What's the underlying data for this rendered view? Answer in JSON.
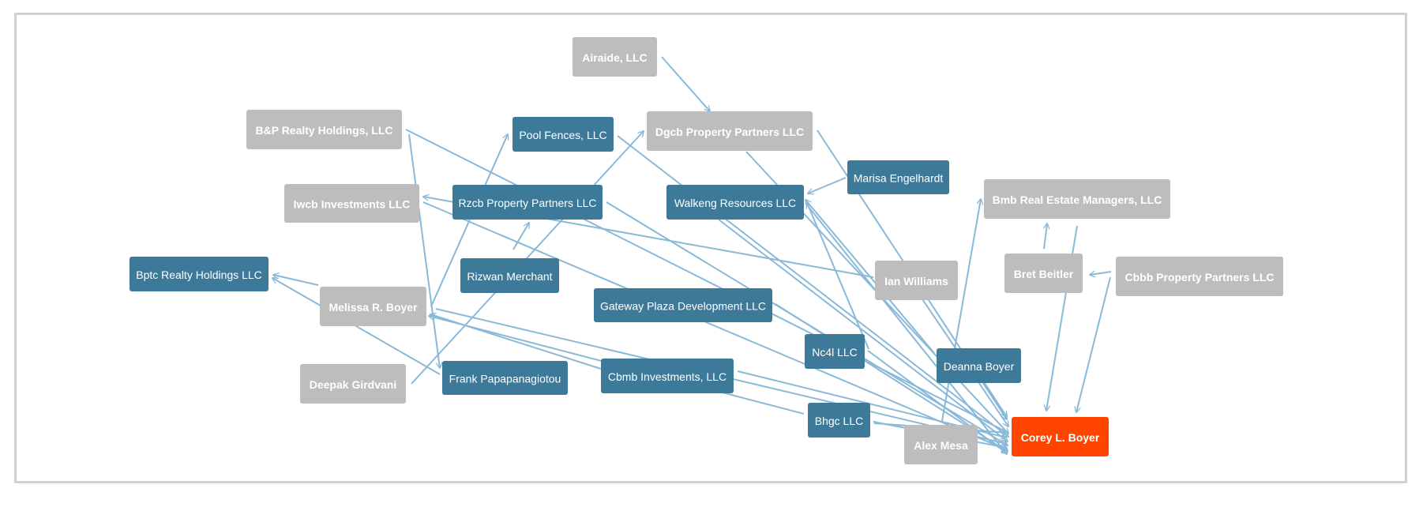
{
  "colors": {
    "entity": "#3d7a9a",
    "person": "#bdbdbd",
    "focus": "#ff4500",
    "edge": "#89b9d8",
    "border": "#d2d2d2"
  },
  "nodes": [
    {
      "id": "airaide",
      "label": "Airaide, LLC",
      "kind": "person"
    },
    {
      "id": "bp_realty",
      "label": "B&P Realty Holdings, LLC",
      "kind": "person"
    },
    {
      "id": "pool_fences",
      "label": "Pool Fences, LLC",
      "kind": "entity"
    },
    {
      "id": "dgcb",
      "label": "Dgcb Property Partners LLC",
      "kind": "person"
    },
    {
      "id": "marisa",
      "label": "Marisa Engelhardt",
      "kind": "entity"
    },
    {
      "id": "iwcb",
      "label": "Iwcb Investments LLC",
      "kind": "person"
    },
    {
      "id": "rzcb",
      "label": "Rzcb Property Partners LLC",
      "kind": "entity"
    },
    {
      "id": "walkeng",
      "label": "Walkeng Resources LLC",
      "kind": "entity"
    },
    {
      "id": "bmb",
      "label": "Bmb Real Estate Managers, LLC",
      "kind": "person"
    },
    {
      "id": "bptc",
      "label": "Bptc Realty Holdings LLC",
      "kind": "entity"
    },
    {
      "id": "rizwan",
      "label": "Rizwan Merchant",
      "kind": "entity"
    },
    {
      "id": "ian",
      "label": "Ian Williams",
      "kind": "person"
    },
    {
      "id": "bret",
      "label": "Bret Beitler",
      "kind": "person"
    },
    {
      "id": "cbbb",
      "label": "Cbbb Property Partners LLC",
      "kind": "person"
    },
    {
      "id": "melissa",
      "label": "Melissa R. Boyer",
      "kind": "person"
    },
    {
      "id": "gateway",
      "label": "Gateway Plaza Development LLC",
      "kind": "entity"
    },
    {
      "id": "nc4l",
      "label": "Nc4l LLC",
      "kind": "entity"
    },
    {
      "id": "deanna",
      "label": "Deanna Boyer",
      "kind": "entity"
    },
    {
      "id": "deepak",
      "label": "Deepak Girdvani",
      "kind": "person"
    },
    {
      "id": "frank",
      "label": "Frank Papapanagiotou",
      "kind": "entity"
    },
    {
      "id": "cbmb",
      "label": "Cbmb Investments, LLC",
      "kind": "entity"
    },
    {
      "id": "bhgc",
      "label": "Bhgc LLC",
      "kind": "entity"
    },
    {
      "id": "alex",
      "label": "Alex Mesa",
      "kind": "person"
    },
    {
      "id": "corey",
      "label": "Corey L. Boyer",
      "kind": "focus"
    }
  ],
  "edges": [
    {
      "from": "airaide",
      "to": "walkeng"
    },
    {
      "from": "bp_realty",
      "to": "corey"
    },
    {
      "from": "bp_realty",
      "to": "frank"
    },
    {
      "from": "pool_fences",
      "to": "corey"
    },
    {
      "from": "dgcb",
      "to": "corey"
    },
    {
      "from": "dgcb",
      "to": "corey"
    },
    {
      "from": "marisa",
      "to": "walkeng"
    },
    {
      "from": "iwcb",
      "to": "corey"
    },
    {
      "from": "rzcb",
      "to": "corey"
    },
    {
      "from": "walkeng",
      "to": "corey"
    },
    {
      "from": "walkeng",
      "to": "corey"
    },
    {
      "from": "bmb",
      "to": "corey"
    },
    {
      "from": "rizwan",
      "to": "rzcb"
    },
    {
      "from": "ian",
      "to": "iwcb"
    },
    {
      "from": "ian",
      "to": "corey"
    },
    {
      "from": "bret",
      "to": "bmb"
    },
    {
      "from": "cbbb",
      "to": "bret"
    },
    {
      "from": "cbbb",
      "to": "corey"
    },
    {
      "from": "melissa",
      "to": "pool_fences"
    },
    {
      "from": "melissa",
      "to": "bptc"
    },
    {
      "from": "melissa",
      "to": "corey"
    },
    {
      "from": "gateway",
      "to": "corey"
    },
    {
      "from": "nc4l",
      "to": "corey"
    },
    {
      "from": "nc4l",
      "to": "walkeng"
    },
    {
      "from": "deanna",
      "to": "walkeng"
    },
    {
      "from": "deanna",
      "to": "corey"
    },
    {
      "from": "deepak",
      "to": "dgcb"
    },
    {
      "from": "frank",
      "to": "bptc"
    },
    {
      "from": "cbmb",
      "to": "melissa"
    },
    {
      "from": "cbmb",
      "to": "corey"
    },
    {
      "from": "bhgc",
      "to": "melissa"
    },
    {
      "from": "bhgc",
      "to": "corey"
    },
    {
      "from": "alex",
      "to": "bmb"
    },
    {
      "from": "alex",
      "to": "corey"
    }
  ]
}
